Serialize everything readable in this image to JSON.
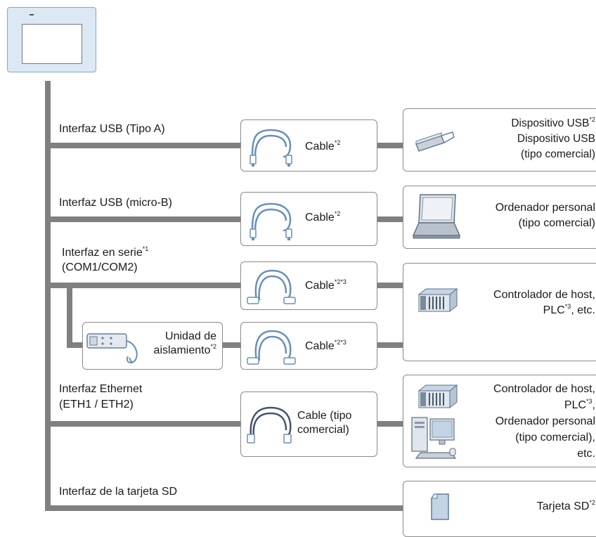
{
  "interfaces": {
    "usb_a": "Interfaz USB (Tipo A)",
    "usb_micro": "Interfaz USB (micro-B)",
    "serial": "Interfaz en serie",
    "serial_note": "*1",
    "serial_ports": "(COM1/COM2)",
    "ethernet": "Interfaz Ethernet",
    "ethernet_ports": "(ETH1 / ETH2)",
    "sd": "Interfaz de la tarjeta SD"
  },
  "cables": {
    "usb_a": {
      "label": "Cable",
      "note": "*2"
    },
    "usb_micro": {
      "label": "Cable",
      "note": "*2"
    },
    "serial_1": {
      "label": "Cable",
      "note": "*2*3"
    },
    "serial_2": {
      "label": "Cable",
      "note": "*2*3"
    },
    "ethernet": {
      "line1": "Cable (tipo",
      "line2": "comercial)"
    }
  },
  "isolation_unit": {
    "line1": "Unidad de",
    "line2": "aislamiento",
    "note": "*2"
  },
  "devices": {
    "usb": {
      "line1": "Dispositivo USB",
      "note": "*2",
      "line2": "Dispositivo USB",
      "line3": "(tipo comercial)"
    },
    "pc": {
      "line1": "Ordenador personal",
      "line2": "(tipo comercial)"
    },
    "serial": {
      "line1": "Controlador de host,",
      "line2a": "PLC",
      "note": "*3",
      "line2b": ", etc."
    },
    "ethernet": {
      "line1": "Controlador de host,",
      "line2a": "PLC",
      "note": "*3",
      "line2b": ",",
      "line3": "Ordenador personal",
      "line4": "(tipo comercial),",
      "line5": "etc."
    },
    "sd": {
      "label": "Tarjeta SD",
      "note": "*2"
    }
  },
  "colors": {
    "line": "#808080",
    "panel_bg": "#dce9f5",
    "panel_border": "#8aa6c4",
    "cable_blue": "#6a8fb5"
  }
}
